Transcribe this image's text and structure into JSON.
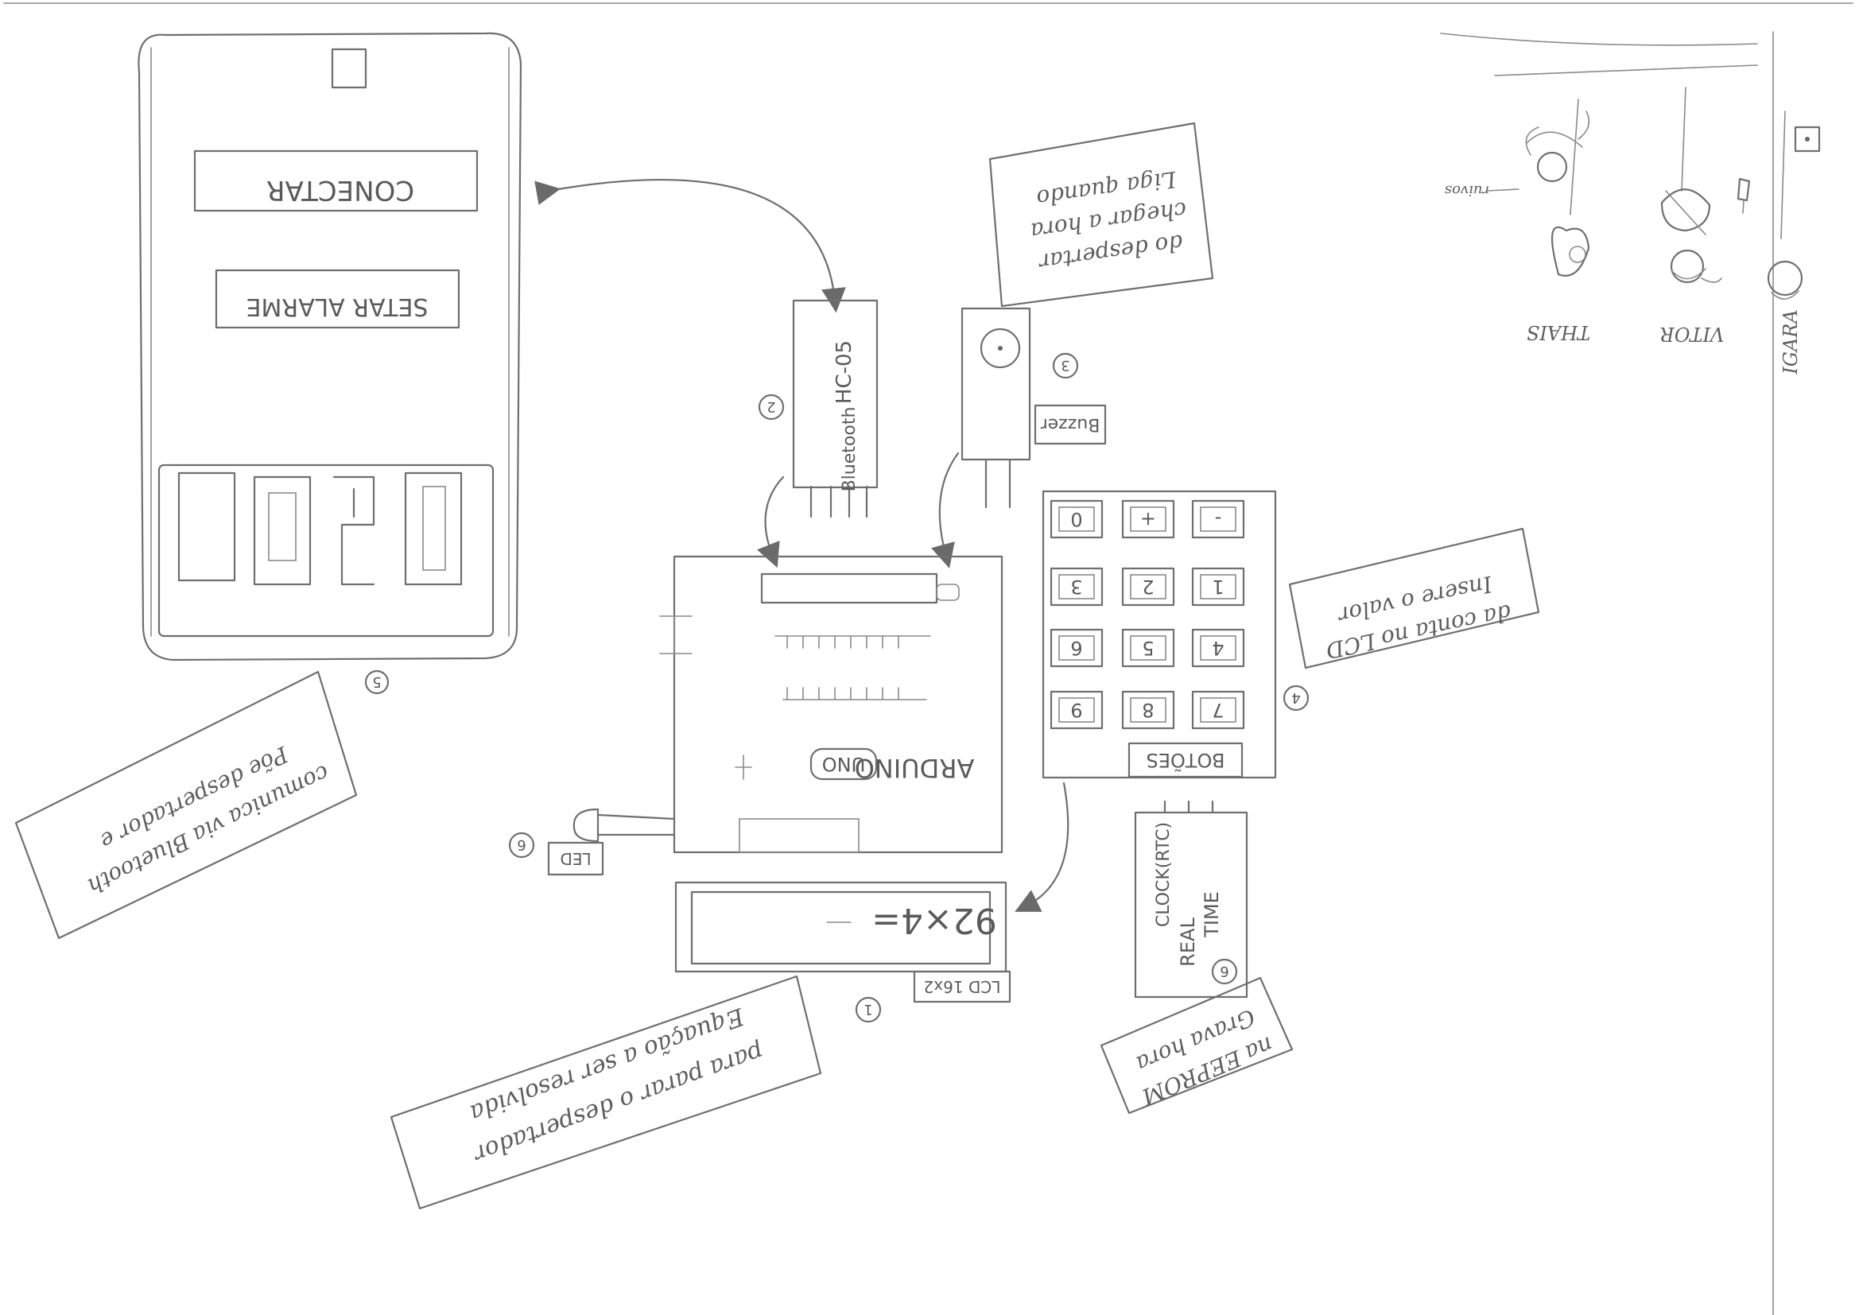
{
  "app": {
    "buttons": {
      "connect": "CONECTAR",
      "set_alarm": "SETAR ALARME"
    }
  },
  "components": {
    "bluetooth": {
      "label": "Bluetooth",
      "model": "HC-05",
      "marker": "2"
    },
    "buzzer": {
      "label": "Buzzer",
      "marker": "3"
    },
    "arduino": {
      "label": "ARDUINO",
      "badge": "UNO"
    },
    "led": {
      "label": "LED",
      "marker": "6"
    },
    "lcd": {
      "label": "LCD 16x2",
      "display": "92×4=",
      "marker": "1"
    },
    "keypad": {
      "label": "BOTÕES",
      "marker": "4",
      "keys": [
        [
          "0",
          "+",
          "-"
        ],
        [
          "3",
          "2",
          "1"
        ],
        [
          "6",
          "5",
          "4"
        ],
        [
          "9",
          "8",
          "7"
        ]
      ]
    },
    "rtc": {
      "lines": [
        "REAL",
        "TIME",
        "CLOCK(RTC)"
      ],
      "marker": "6"
    },
    "phone": {
      "marker": "5"
    }
  },
  "notes": {
    "buzzer_note": [
      "Liga quando",
      "chegar a hora",
      "do despertar"
    ],
    "keypad_note": [
      "Insere o valor",
      "da conta no LCD"
    ],
    "rtc_note": [
      "Grava hora",
      "na EEPROM"
    ],
    "lcd_note": [
      "Equação a ser resolvida",
      "para parar o despertador"
    ],
    "phone_note": [
      "Põe despertador e",
      "comunica via Bluetooth"
    ]
  },
  "team": [
    {
      "name": "THAIS",
      "extra": "ruivos"
    },
    {
      "name": "VITOR"
    },
    {
      "name": "IGARA"
    }
  ]
}
